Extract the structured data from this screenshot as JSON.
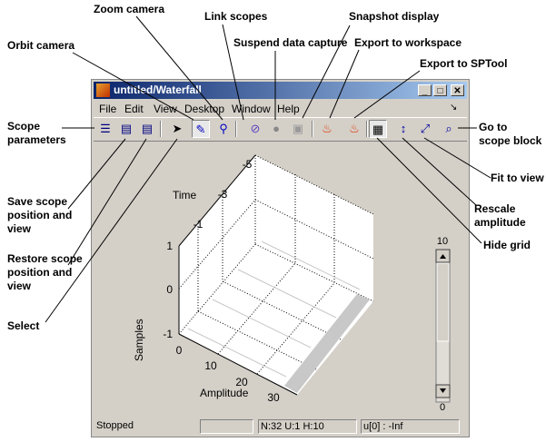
{
  "window": {
    "title": "untitled/Waterfall"
  },
  "menu": [
    "File",
    "Edit",
    "View",
    "Desktop",
    "Window",
    "Help"
  ],
  "annotations": {
    "zoom_camera": "Zoom camera",
    "link_scopes": "Link scopes",
    "orbit_camera": "Orbit camera",
    "suspend": "Suspend data capture",
    "snapshot": "Snapshot display",
    "export_ws": "Export to workspace",
    "export_sptool": "Export to SPTool",
    "scope_params": "Scope\nparameters",
    "save_view": "Save scope\nposition and\nview",
    "restore_view": "Restore scope\nposition and\nview",
    "select": "Select",
    "go_to_block": "Go to\nscope block",
    "fit_to_view": "Fit to view",
    "rescale": "Rescale\namplitude",
    "hide_grid": "Hide grid"
  },
  "plot": {
    "time_label": "Time",
    "samples_label": "Samples",
    "amplitude_label": "Amplitude",
    "samples_ticks": [
      "1",
      "0",
      "-1"
    ],
    "amplitude_ticks": [
      "0",
      "10",
      "20",
      "30"
    ],
    "time_ticks": [
      "-1",
      "-3",
      "-5"
    ]
  },
  "scrollbar": {
    "max": "10",
    "min": "0"
  },
  "status": {
    "state": "Stopped",
    "field1": "",
    "info": "N:32 U:1 H:10",
    "value": "u[0] : -Inf"
  }
}
